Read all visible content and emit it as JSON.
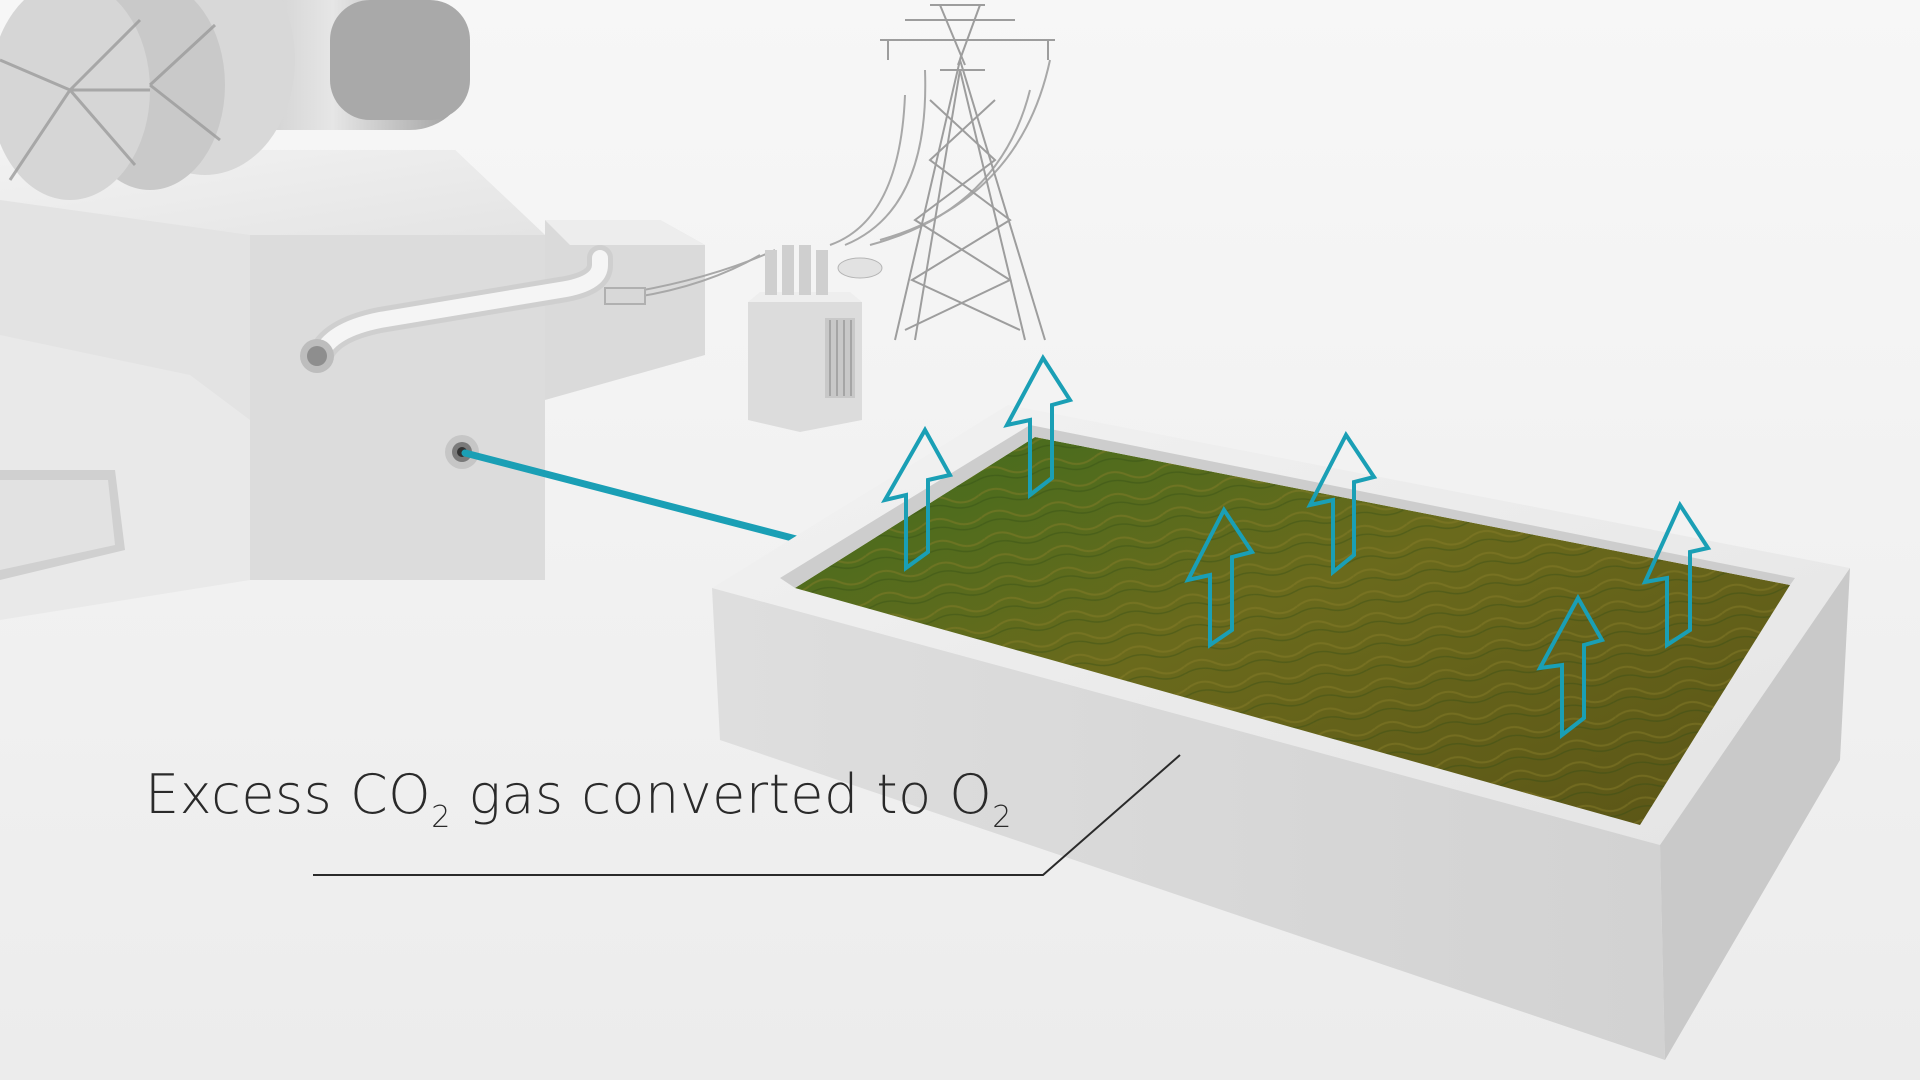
{
  "caption": {
    "part1": "Excess CO",
    "sub1": "2",
    "part2": " gas converted to O",
    "sub2": "2"
  },
  "colors": {
    "background": "#f1f1f1",
    "accent_teal": "#1a9fb5",
    "algae_green": "#5c6b1a",
    "structure_white": "#e8e8e8",
    "caption_text": "#2a2a2a"
  },
  "icons": [
    "up-arrow-icon",
    "power-tower-icon",
    "transformer-icon",
    "turbine-icon"
  ]
}
